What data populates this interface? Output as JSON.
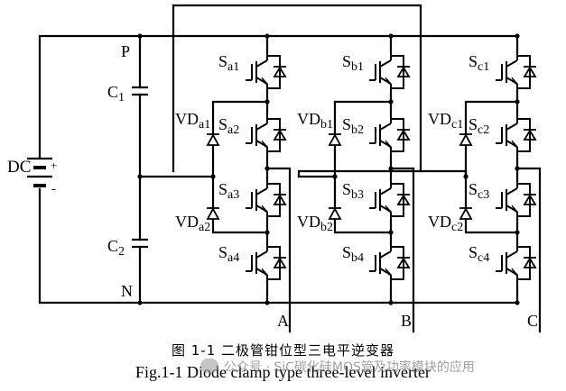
{
  "figure": {
    "source_label": "DC",
    "rail_labels": {
      "positive": "P",
      "negative": "N"
    },
    "capacitors": [
      {
        "name": "C",
        "sub": "1"
      },
      {
        "name": "C",
        "sub": "2"
      }
    ],
    "legs": [
      {
        "output": "A",
        "switches": [
          {
            "name": "S",
            "sub": "a1"
          },
          {
            "name": "S",
            "sub": "a2"
          },
          {
            "name": "S",
            "sub": "a3"
          },
          {
            "name": "S",
            "sub": "a4"
          }
        ],
        "clamp_diodes": [
          {
            "name": "VD",
            "sub": "a1"
          },
          {
            "name": "VD",
            "sub": "a2"
          }
        ]
      },
      {
        "output": "B",
        "switches": [
          {
            "name": "S",
            "sub": "b1"
          },
          {
            "name": "S",
            "sub": "b2"
          },
          {
            "name": "S",
            "sub": "b3"
          },
          {
            "name": "S",
            "sub": "b4"
          }
        ],
        "clamp_diodes": [
          {
            "name": "VD",
            "sub": "b1"
          },
          {
            "name": "VD",
            "sub": "b2"
          }
        ]
      },
      {
        "output": "C",
        "switches": [
          {
            "name": "S",
            "sub": "c1"
          },
          {
            "name": "S",
            "sub": "c2"
          },
          {
            "name": "S",
            "sub": "c3"
          },
          {
            "name": "S",
            "sub": "c4"
          }
        ],
        "clamp_diodes": [
          {
            "name": "VD",
            "sub": "c1"
          },
          {
            "name": "VD",
            "sub": "c2"
          }
        ]
      }
    ]
  },
  "caption": {
    "chinese": "图 1-1  二极管钳位型三电平逆变器",
    "english": "Fig.1-1 Diode clamp type three-level inverter"
  },
  "watermark": "公众号 · SiC碳化硅MOS管及功率模块的应用"
}
